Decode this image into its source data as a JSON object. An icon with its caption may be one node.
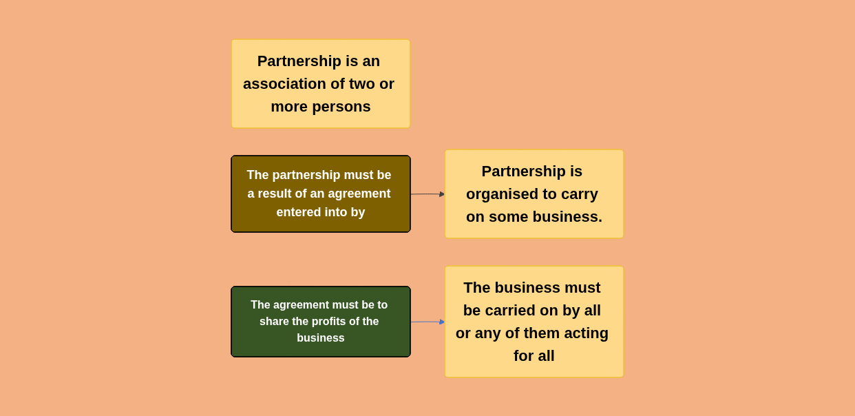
{
  "diagram": {
    "nodes": [
      {
        "text": [
          "Partnership is an association of two or more persons"
        ]
      },
      {
        "text": [
          "The partnership must be a result of an agreement entered into by"
        ]
      },
      {
        "text": [
          "Partnership is organised to carry on some business."
        ]
      },
      {
        "text": [
          "The agreement must be to share the profits of the business"
        ]
      },
      {
        "text": [
          "The business must be carried on by all or any of them acting for all"
        ]
      }
    ],
    "edges": [
      {
        "from": 1,
        "to": 2,
        "arrow": "to",
        "color": "#404040"
      },
      {
        "from": 3,
        "to": 4,
        "arrow": "to",
        "color": "#4472c4"
      }
    ]
  }
}
